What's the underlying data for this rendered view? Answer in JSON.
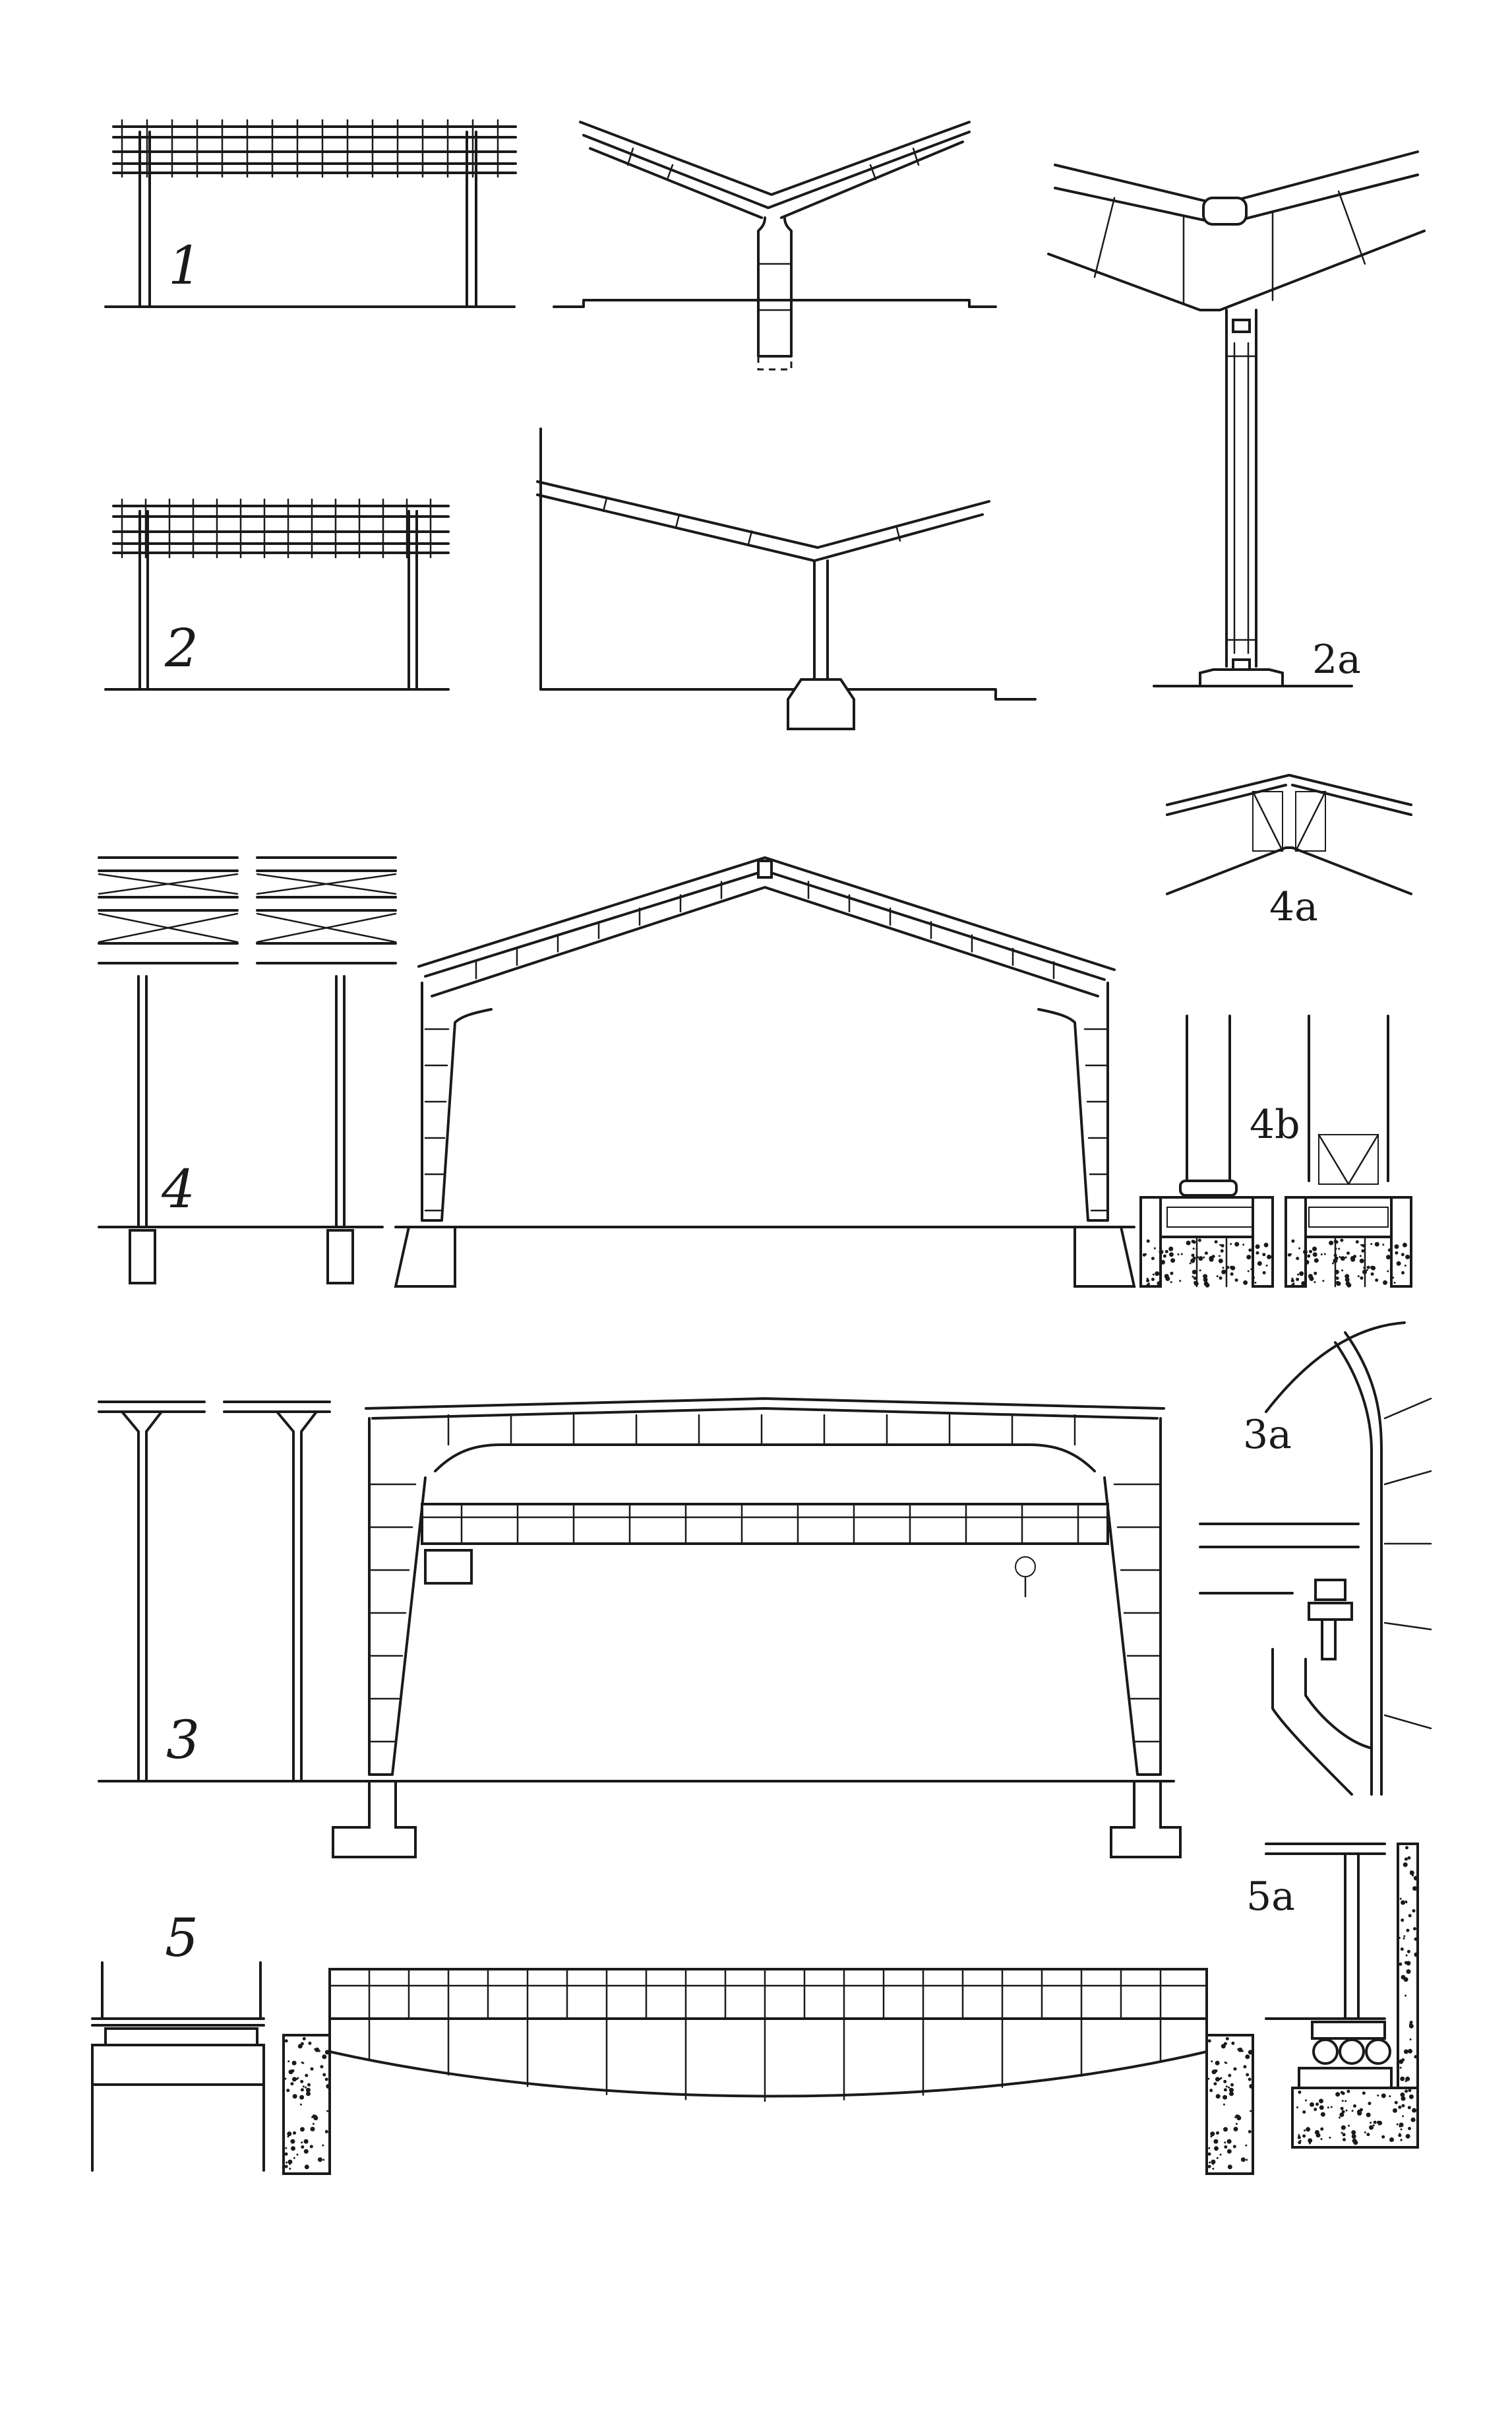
{
  "drawing": {
    "background": "#ffffff",
    "ink": "#1a1a1a",
    "labels": {
      "fig1": "1",
      "fig2": "2",
      "fig2a": "2a",
      "fig4": "4",
      "fig4a": "4a",
      "fig4b": "4b",
      "fig3": "3",
      "fig3a": "3a",
      "fig5": "5",
      "fig5a": "5a"
    }
  }
}
